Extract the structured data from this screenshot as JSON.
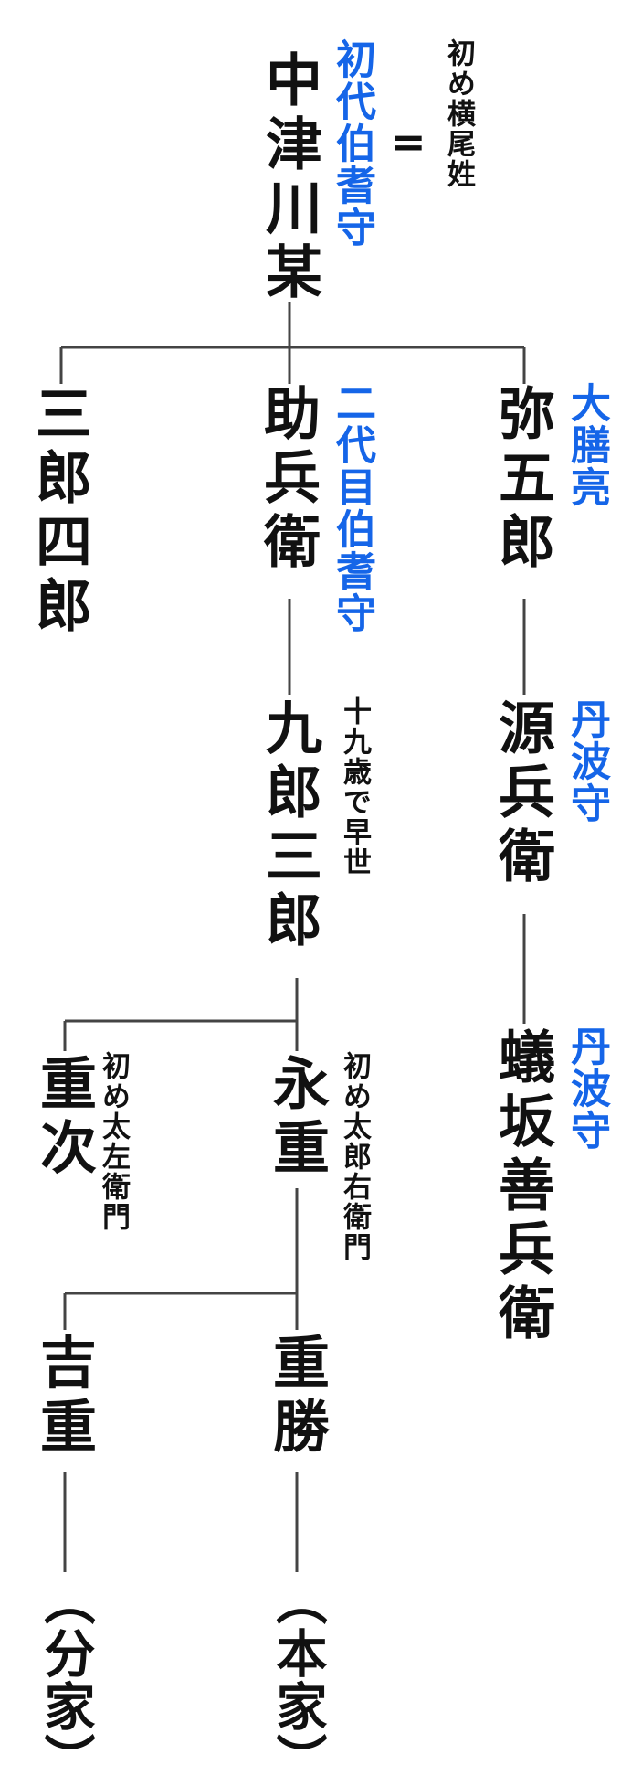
{
  "colors": {
    "text": "#111111",
    "title": "#1565e8",
    "line": "#444444"
  },
  "founder": {
    "name": "中津川某",
    "title": "初代伯耆守",
    "spouse_symbol": "=",
    "spouse_note": "初め横尾姓"
  },
  "gen2": [
    {
      "name": "三郎四郎"
    },
    {
      "name": "助兵衛",
      "title": "二代目伯耆守"
    },
    {
      "name": "弥五郎",
      "title": "大膳亮"
    }
  ],
  "kurosaburo": {
    "name": "九郎三郎",
    "note": "十九歳で早世"
  },
  "genbei": {
    "name": "源兵衛",
    "title": "丹波守"
  },
  "gisaka": {
    "name": "蟻坂善兵衛",
    "title": "丹波守"
  },
  "shigetsugu": {
    "name": "重次",
    "note": "初め太左衛門"
  },
  "nagashige": {
    "name": "永重",
    "note": "初め太郎右衛門"
  },
  "yoshishige": {
    "name": "吉重",
    "branch": "（分家）"
  },
  "shigekatsu": {
    "name": "重勝",
    "branch": "（本家）"
  }
}
